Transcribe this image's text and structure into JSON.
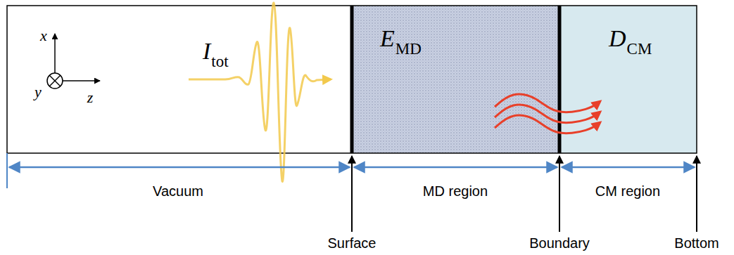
{
  "diagram": {
    "nodes": [
      {
        "text": [
          "I",
          "tot"
        ]
      },
      {
        "text": [
          "E",
          "MD"
        ]
      },
      {
        "text": [
          "D",
          "CM"
        ]
      }
    ],
    "edges": [
      {
        "from": 1,
        "to": 2,
        "arrow": "to"
      },
      {
        "from": 1,
        "to": 2,
        "arrow": "to"
      },
      {
        "from": 1,
        "to": 2,
        "arrow": "to"
      }
    ],
    "labels": [
      "x",
      "y",
      "z",
      "Vacuum",
      "MD region",
      "CM region",
      "Surface",
      "Boundary",
      "Bottom"
    ]
  }
}
